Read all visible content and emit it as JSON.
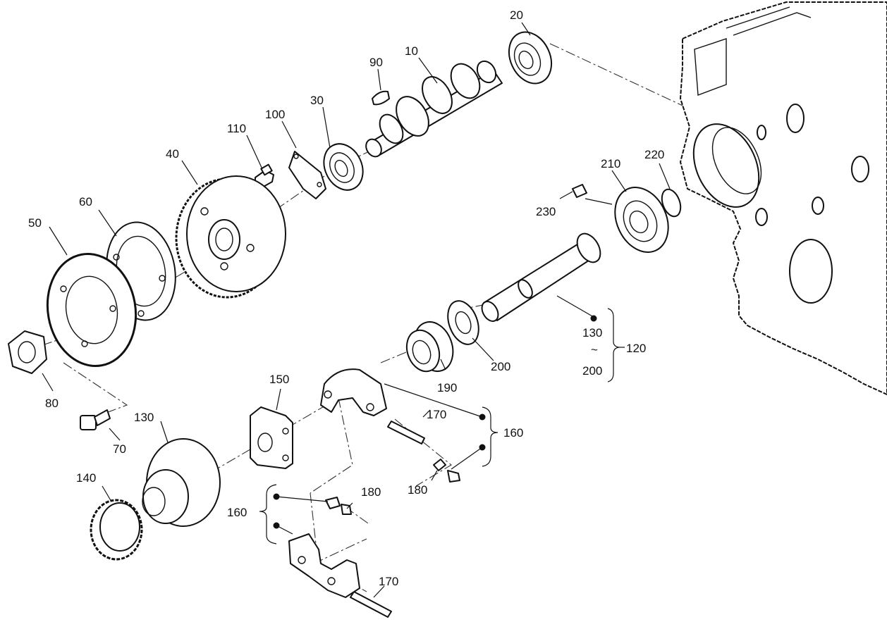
{
  "callouts": {
    "c10": "10",
    "c20": "20",
    "c30": "30",
    "c40": "40",
    "c50": "50",
    "c60": "60",
    "c70": "70",
    "c80": "80",
    "c90": "90",
    "c100": "100",
    "c110": "110",
    "c120": "120",
    "c130_range": "130",
    "c130": "130",
    "c140": "140",
    "c150": "150",
    "c160_top": "160",
    "c160_bottom": "160",
    "c170_top": "170",
    "c170_bottom": "170",
    "c180_left": "180",
    "c180_right": "180",
    "c190": "190",
    "c200": "200",
    "c200_range": "200",
    "c210": "210",
    "c220": "220",
    "c230": "230",
    "range_tilde": "~"
  }
}
